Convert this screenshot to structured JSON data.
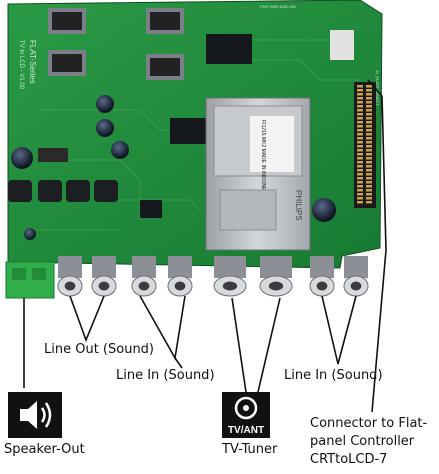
{
  "board": {
    "series_text": "FLAT-Series",
    "model_text": "TV to LCD - V1.00",
    "tuner_label": "PHILIPS",
    "tuner_sticker": "FI1216 MK2\nMADE IN INDONESIA",
    "header_label": "J1_FLATCONNECT",
    "pcb_id": "PUR 0039 6180 001"
  },
  "labels": {
    "line_out": "Line Out (Sound)",
    "line_in_left": "Line In (Sound)",
    "line_in_right": "Line In (Sound)",
    "speaker_out": "Speaker-Out",
    "tv_tuner": "TV-Tuner",
    "connector_line1": "Connector to Flat-",
    "connector_line2": "panel Controller",
    "connector_line3": "CRTtoLCD-7"
  },
  "icons": {
    "speaker": "speaker-icon",
    "antenna": "tv-ant-icon",
    "antenna_text": "TV/ANT"
  },
  "colors": {
    "pcb": "#1f8a3a",
    "pcb_dark": "#15642a",
    "tuner": "#b9bcbf",
    "terminal": "#2fae4a"
  }
}
